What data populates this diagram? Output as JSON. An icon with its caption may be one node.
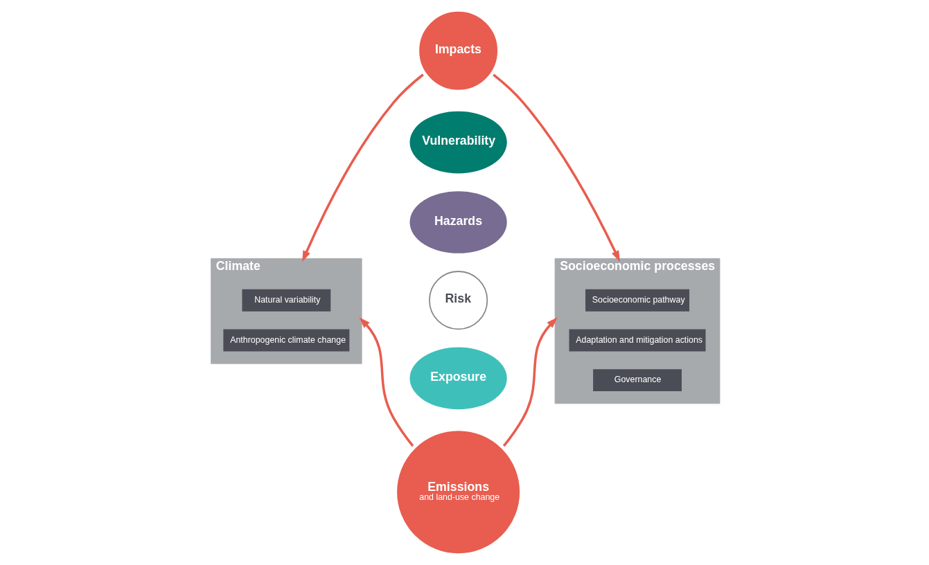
{
  "diagram": {
    "nodes": [
      {
        "text": [
          "Impacts"
        ]
      },
      {
        "text": [
          "Climate"
        ]
      },
      {
        "text": [
          "Natural variability"
        ],
        "in": 1
      },
      {
        "text": [
          "Anthropogenic climate change"
        ],
        "in": 1
      },
      {
        "text": [
          "Vulnerability"
        ]
      },
      {
        "text": [
          "Socioeconomic processes"
        ]
      },
      {
        "text": [
          "Socioeconomic pathway"
        ],
        "in": 5
      },
      {
        "text": [
          "Adaptation and mitigation actions"
        ],
        "in": 5
      },
      {
        "text": [
          "Governance"
        ],
        "in": 5
      },
      {
        "text": [
          "Hazards"
        ]
      },
      {
        "text": [
          "Risk"
        ]
      },
      {
        "text": [
          "Exposure"
        ]
      },
      {
        "text": [
          "Emissions",
          "and land-use change"
        ]
      }
    ],
    "edges": [
      {
        "from": 0,
        "to": 1,
        "arrow": "to"
      },
      {
        "from": 0,
        "to": 5,
        "arrow": "to"
      },
      {
        "from": 12,
        "to": 1,
        "arrow": "to"
      },
      {
        "from": 12,
        "to": 5,
        "arrow": "to"
      }
    ]
  }
}
